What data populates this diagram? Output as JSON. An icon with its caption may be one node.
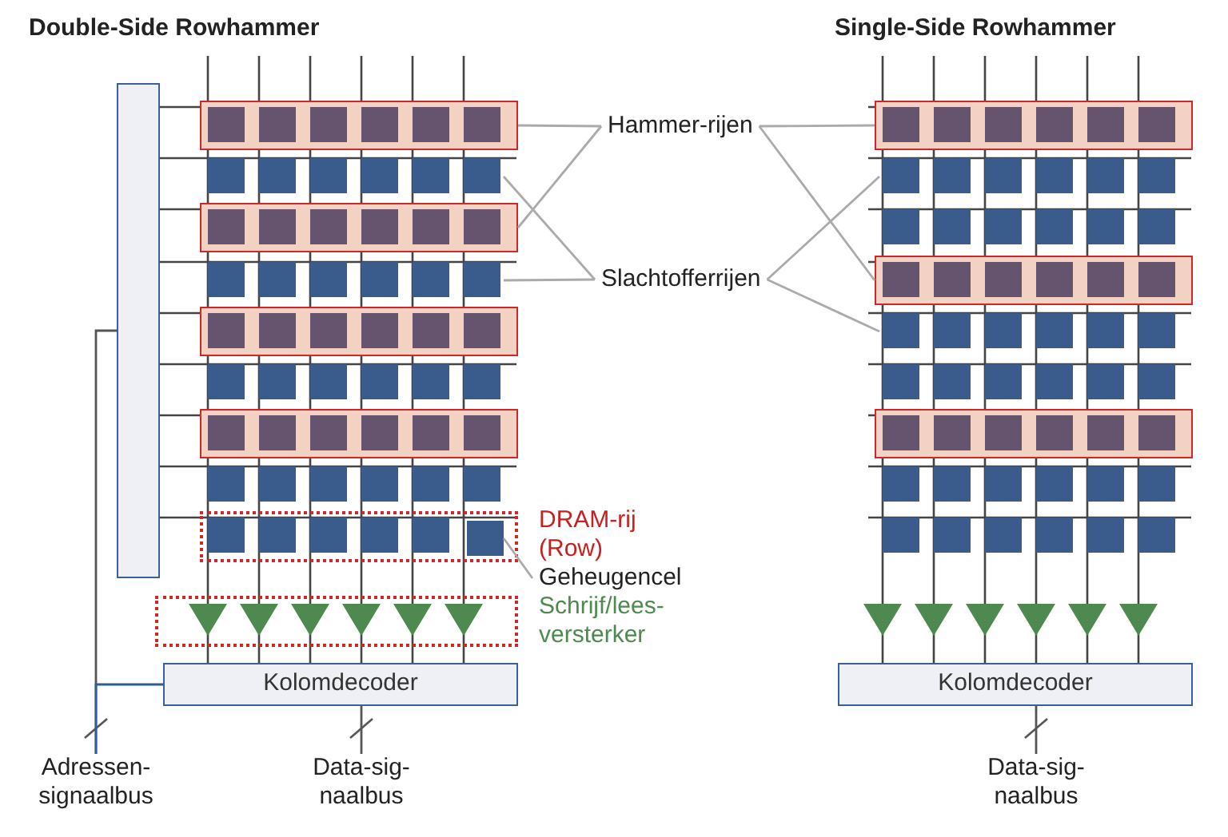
{
  "diagram": {
    "nodes": [
      {
        "text": [],
        "shape": "box"
      },
      {
        "text": [],
        "shape": "box"
      },
      {
        "text": [],
        "shape": "box"
      },
      {
        "text": [],
        "shape": "box"
      },
      {
        "text": [],
        "shape": "box"
      },
      {
        "text": [],
        "shape": "box"
      },
      {
        "text": [],
        "shape": "box"
      },
      {
        "text": [],
        "shape": "box",
        "in": 6
      },
      {
        "text": [],
        "shape": "box"
      },
      {
        "text": [],
        "shape": "box"
      },
      {
        "text": [
          "Kolomdecoder"
        ]
      },
      {
        "text": [
          "Hammer-rijen"
        ]
      },
      {
        "text": [
          "Slachtofferrijen"
        ]
      },
      {
        "text": [
          "Geheugencel"
        ]
      },
      {
        "text": [],
        "shape": "box"
      },
      {
        "text": [],
        "shape": "box"
      },
      {
        "text": [],
        "shape": "box"
      },
      {
        "text": [],
        "shape": "box"
      },
      {
        "text": [],
        "shape": "box"
      },
      {
        "text": [
          "Kolomdecoder"
        ]
      },
      {
        "text": [
          "Adressen- signaalbus"
        ]
      },
      {
        "text": [
          "Data-sig- naalbus"
        ]
      },
      {
        "text": [
          "Data-sig- naalbus"
        ]
      }
    ],
    "edges": [
      {
        "from": 11,
        "to": 0,
        "arrow": "none"
      },
      {
        "from": 11,
        "to": 2,
        "arrow": "none"
      },
      {
        "from": 12,
        "to": 1,
        "arrow": "none"
      },
      {
        "from": 12,
        "to": 3,
        "arrow": "none"
      },
      {
        "from": 11,
        "to": 14,
        "arrow": "none"
      },
      {
        "from": 11,
        "to": 16,
        "arrow": "none"
      },
      {
        "from": 12,
        "to": 15,
        "arrow": "none"
      },
      {
        "from": 12,
        "to": 17,
        "arrow": "none"
      },
      {
        "from": 13,
        "to": 7,
        "arrow": "none"
      },
      {
        "from": 9,
        "to": 20,
        "arrow": "none",
        "color": "#555555"
      },
      {
        "from": 10,
        "to": 20,
        "arrow": "none",
        "color": "#2f5d9a"
      },
      {
        "from": 10,
        "to": 21,
        "arrow": "none",
        "color": "#555555"
      },
      {
        "from": 19,
        "to": 22,
        "arrow": "none",
        "color": "#555555"
      }
    ],
    "labels": [
      "Double-Side Rowhammer",
      "Single-Side Rowhammer",
      "DRAM-rij (Row)",
      "Schrijf/lees- versterker"
    ]
  }
}
